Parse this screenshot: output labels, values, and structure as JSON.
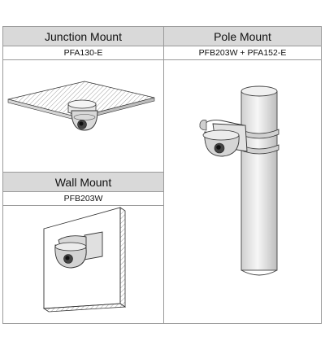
{
  "junction": {
    "title": "Junction Mount",
    "model": "PFA130-E"
  },
  "pole": {
    "title": "Pole Mount",
    "model": "PFB203W + PFA152-E"
  },
  "wall": {
    "title": "Wall Mount",
    "model": "PFB203W"
  }
}
